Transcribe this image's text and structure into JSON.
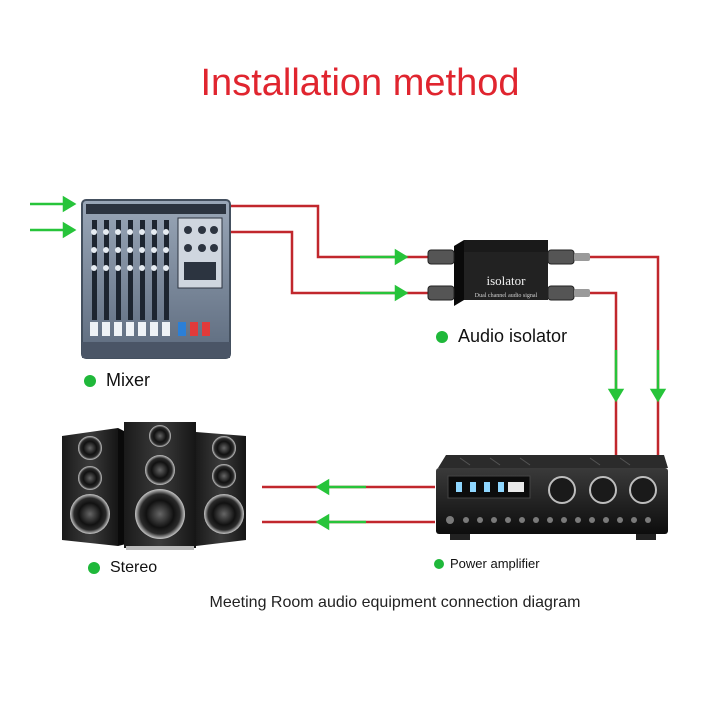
{
  "title": "Installation method",
  "labels": {
    "mixer": "Mixer",
    "isolator_text": "isolator",
    "isolator_subtext": "Dual channel audio signal",
    "audio_isolator": "Audio isolator",
    "stereo": "Stereo",
    "power_amplifier": "Power amplifier"
  },
  "caption": "Meeting Room audio equipment connection diagram",
  "colors": {
    "title": "#e0252f",
    "wire": "#c1272d",
    "arrow": "#27c43a",
    "dot": "#1fb83a"
  }
}
